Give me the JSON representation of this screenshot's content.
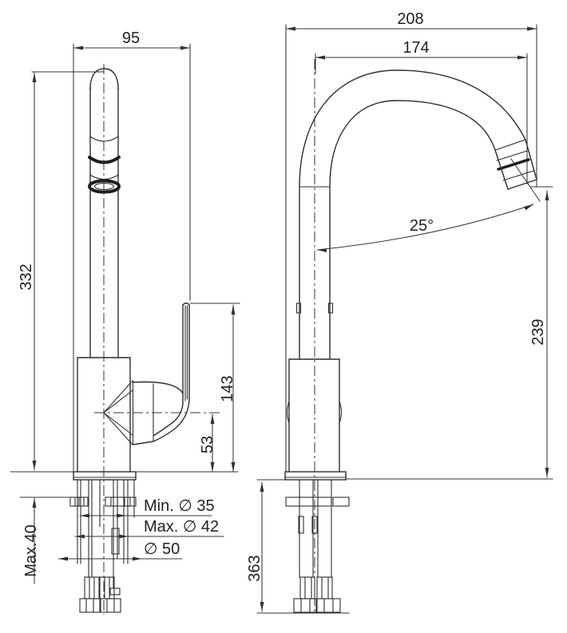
{
  "drawing": {
    "front_view": {
      "dims": {
        "width_top": "95",
        "height": "332",
        "max_counter": "Max.40",
        "handle_top": "143",
        "cartridge_axis": "53",
        "hole_min": "Min. ∅ 35",
        "hole_max": "Max. ∅ 42",
        "escutcheon": "∅ 50"
      }
    },
    "side_view": {
      "dims": {
        "overall_width": "208",
        "spout_reach": "174",
        "spout_angle": "25°",
        "outlet_height": "239",
        "hose_drop": "363"
      }
    }
  }
}
